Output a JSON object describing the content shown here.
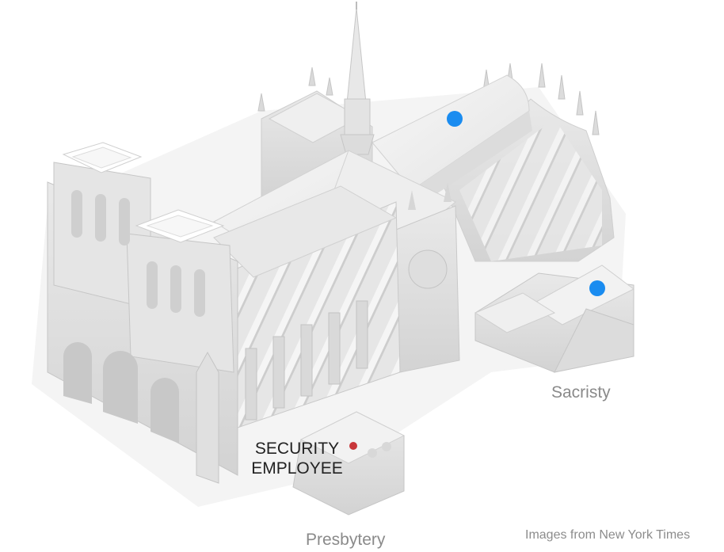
{
  "labels": {
    "sacristy": "Sacristy",
    "presbytery": "Presbytery",
    "security_line1": "SECURITY",
    "security_line2": "EMPLOYEE",
    "credit": "Images from New York Times"
  },
  "markers": [
    {
      "id": "marker-nave-roof",
      "color": "#1a8cf0"
    },
    {
      "id": "marker-sacristy",
      "color": "#1a8cf0"
    },
    {
      "id": "marker-security-employee",
      "color": "#c8363a"
    }
  ],
  "colors": {
    "model_light": "#f2f2f2",
    "model_mid": "#e2e2e2",
    "model_shadow": "#cfcfcf",
    "marker_blue": "#1a8cf0",
    "marker_red": "#c8363a"
  }
}
